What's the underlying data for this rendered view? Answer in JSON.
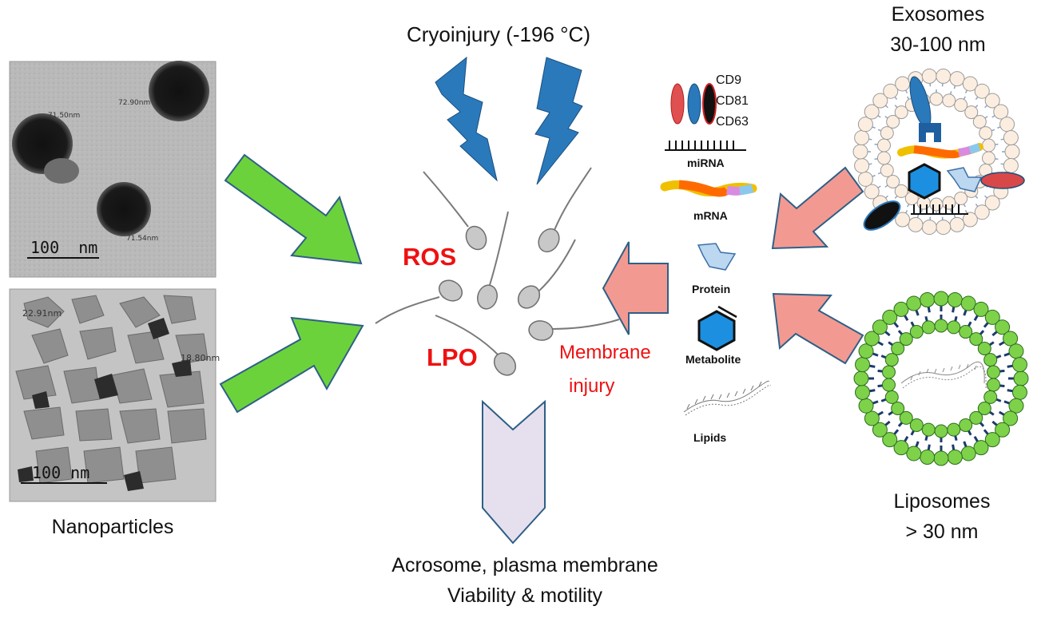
{
  "labels": {
    "cryoinjury": "Cryoinjury (-196 °C)",
    "ros": "ROS",
    "lpo": "LPO",
    "membrane_injury_line1": "Membrane",
    "membrane_injury_line2": "injury",
    "outcome_line1": "Acrosome, plasma membrane",
    "outcome_line2": "Viability & motility",
    "nanoparticles": "Nanoparticles",
    "exosomes_line1": "Exosomes",
    "exosomes_line2": "30-100 nm",
    "liposomes_line1": "Liposomes",
    "liposomes_line2": "> 30 nm"
  },
  "exosome_cargo": {
    "markers": [
      "CD9",
      "CD81",
      "CD63"
    ],
    "mirna": "miRNA",
    "mrna": "mRNA",
    "protein": "Protein",
    "metabolite": "Metabolite",
    "lipids": "Lipids"
  },
  "micrographs": {
    "top": {
      "scale_bar": "100  nm",
      "measurements": [
        "71.50nm",
        "72.90nm",
        "71.54nm"
      ]
    },
    "bottom": {
      "scale_bar": "100 nm",
      "measurements": [
        "22.91nm",
        "18.80nm"
      ]
    }
  },
  "colors": {
    "lightning": "#2a79bb",
    "green_arrow": "#6cd23c",
    "pink_arrow": "#f29a92",
    "bottom_arrow": "#e6e0ee",
    "red_text": "#ee1111",
    "liposome_head": "#7dd24a"
  }
}
